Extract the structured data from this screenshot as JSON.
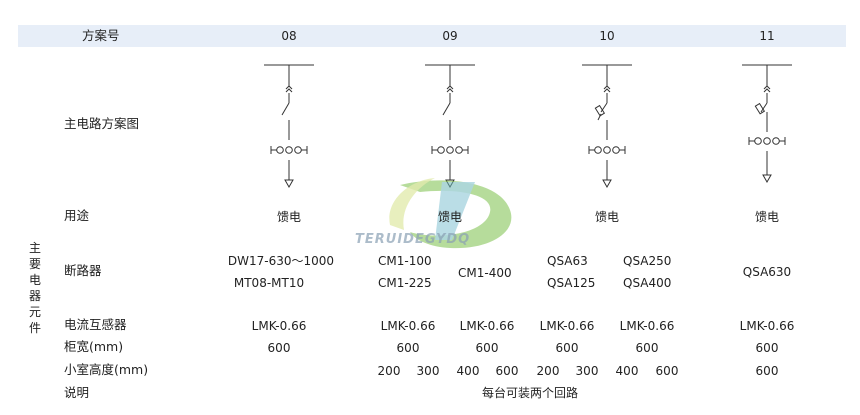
{
  "header": {
    "label": "方案号",
    "schemes": [
      "08",
      "09",
      "10",
      "11"
    ]
  },
  "rows": {
    "diagram": "主电路方案图",
    "usage": "用途",
    "breaker": "断路器",
    "ct": "电流互感器",
    "width": "柜宽(mm)",
    "height": "小室高度(mm)",
    "note": "说明"
  },
  "group_label": "主要电器元件",
  "usage_values": [
    "馈电",
    "馈电",
    "馈电",
    "馈电"
  ],
  "breaker_values": {
    "s08_a": "DW17-630～1000",
    "s08_b": "MT08-MT10",
    "s09_a": "CM1-100",
    "s09_b": "CM1-225",
    "s09_c": "CM1-400",
    "s10_a": "QSA63",
    "s10_b": "QSA250",
    "s10_c": "QSA125",
    "s10_d": "QSA400",
    "s11": "QSA630"
  },
  "ct_values": [
    "LMK-0.66",
    "LMK-0.66",
    "LMK-0.66",
    "LMK-0.66",
    "LMK-0.66",
    "LMK-0.66"
  ],
  "width_values": [
    "600",
    "600",
    "600",
    "600",
    "600",
    "600"
  ],
  "height_values": [
    "200",
    "300",
    "400",
    "600",
    "200",
    "300",
    "400",
    "600",
    "600"
  ],
  "note_value": "每台可装两个回路",
  "watermark": "TERUIDEGYDQ",
  "colors": {
    "header_bg": "#e7eef8",
    "line": "#333333",
    "watermark_green": "#7cc04a"
  }
}
